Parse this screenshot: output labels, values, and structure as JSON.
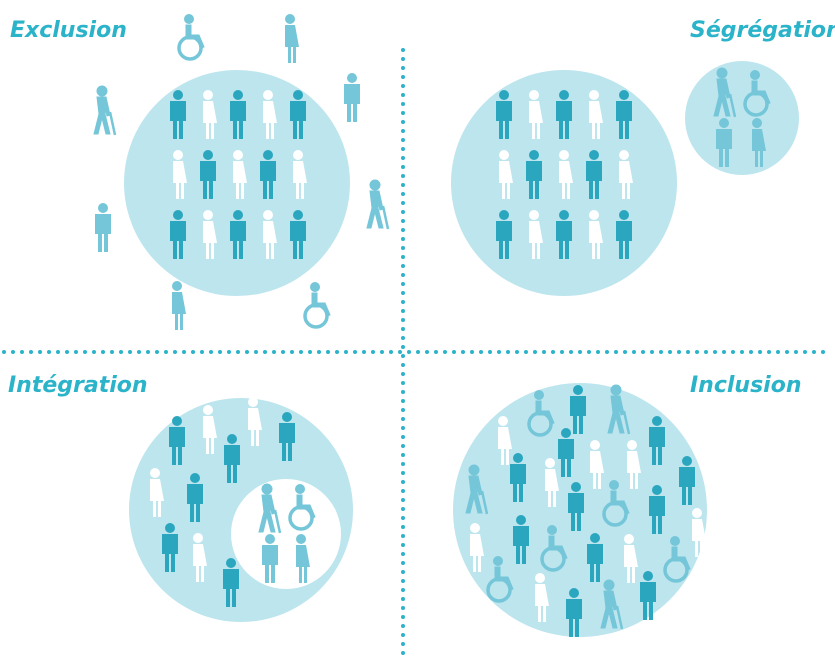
{
  "titles": {
    "exclusion": "Exclusion",
    "segregation": "Ségrégation",
    "integration": "Intégration",
    "inclusion": "Inclusion"
  },
  "colors": {
    "title": "#2bb3c9",
    "circle": "#bde5ee",
    "figure_dark": "#2aa6bf",
    "figure_white": "#ffffff",
    "figure_light": "#74c6d8",
    "dots": "#2bb3c9"
  },
  "icons": [
    "standing-man-icon",
    "standing-woman-icon",
    "wheelchair-user-icon",
    "cane-user-icon"
  ]
}
